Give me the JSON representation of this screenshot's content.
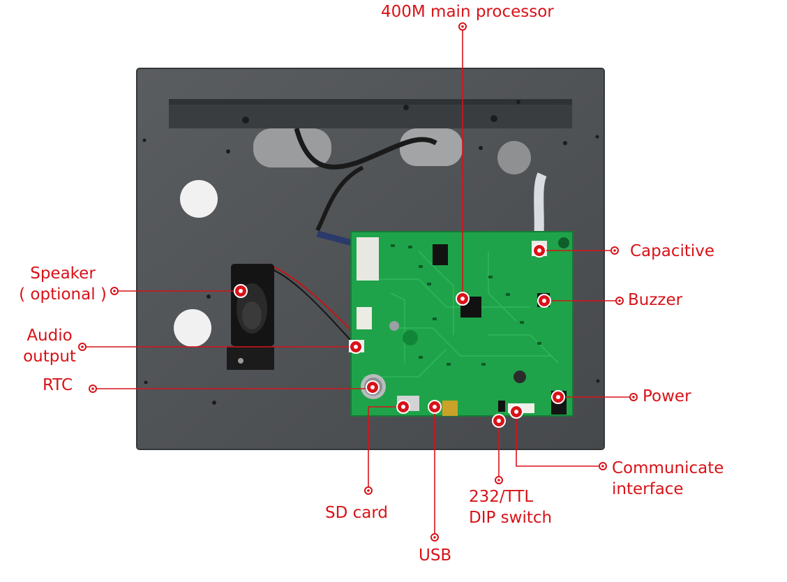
{
  "colors": {
    "callout": "#d81218",
    "panel": "#505356",
    "panel_edge": "#3c3f42",
    "pcb": "#1fa34a",
    "background": "#ffffff"
  },
  "callouts": {
    "processor": {
      "text": "400M main processor"
    },
    "capacitive": {
      "text": "Capacitive"
    },
    "buzzer": {
      "text": "Buzzer"
    },
    "power": {
      "text": "Power"
    },
    "communicate": {
      "line1": "Communicate",
      "line2": "interface"
    },
    "dip_switch": {
      "line1": "232/TTL",
      "line2": "DIP switch"
    },
    "usb": {
      "text": "USB"
    },
    "sd_card": {
      "text": "SD card"
    },
    "rtc": {
      "text": "RTC"
    },
    "audio": {
      "line1": "Audio",
      "line2": "output"
    },
    "speaker": {
      "line1": "Speaker",
      "line2": "( optional )"
    }
  }
}
